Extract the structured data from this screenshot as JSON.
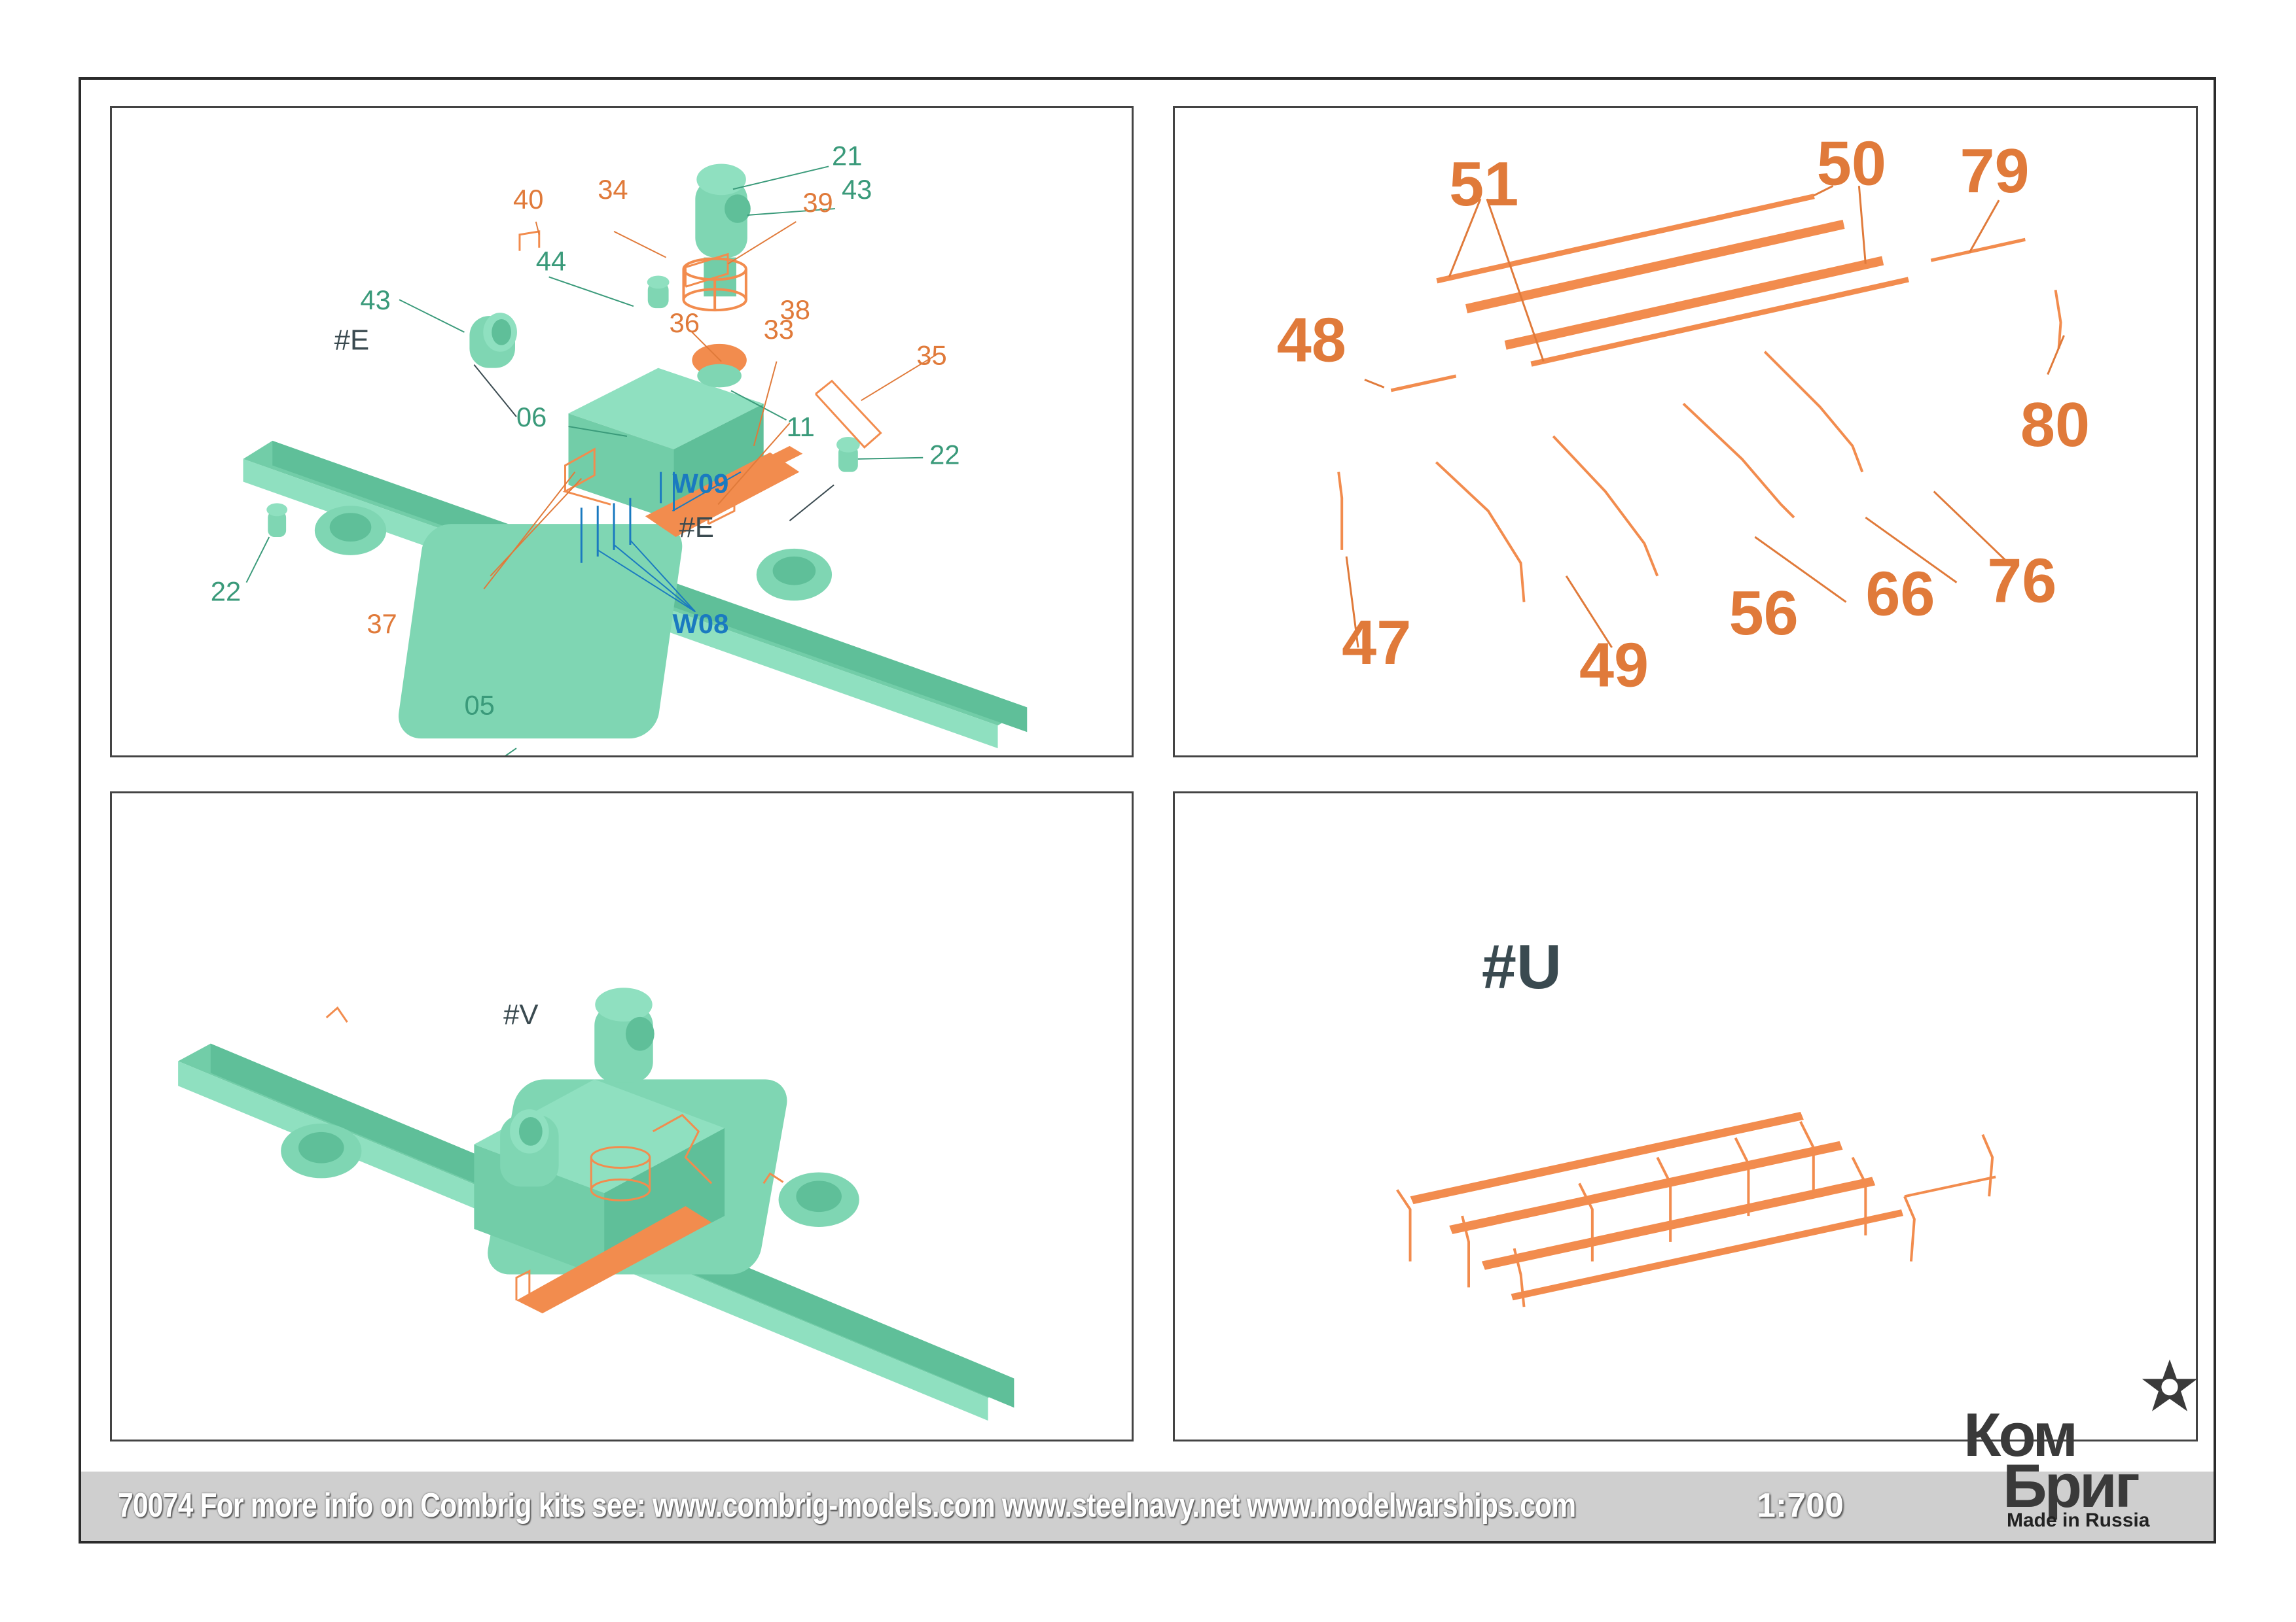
{
  "colors": {
    "resin": "#7fd6b3",
    "etch": "#f28c4e",
    "wire": "#1a7ac0",
    "dark": "#3a4a50"
  },
  "panel1": {
    "labels_green": [
      "21",
      "43",
      "44",
      "43",
      "06",
      "11",
      "22",
      "22",
      "05"
    ],
    "labels_orange": [
      "40",
      "34",
      "39",
      "36",
      "33",
      "38",
      "35",
      "37"
    ],
    "labels_blue": [
      "W09",
      "W08"
    ],
    "labels_dark": [
      "#E",
      "#E"
    ]
  },
  "panel2": {
    "labels": [
      "51",
      "50",
      "79",
      "48",
      "80",
      "76",
      "66",
      "56",
      "49",
      "47"
    ]
  },
  "panel3": {
    "label": "#V"
  },
  "panel4": {
    "label": "#U"
  },
  "footer": {
    "text": "70074 For more info on Combrig kits see: www.combrig-models.com www.steelnavy.net www.modelwarships.com",
    "scale": "1:700"
  },
  "logo": {
    "top": "Ком",
    "bottom": "Бриг",
    "made": "Made in Russia",
    "star_icon": "star-icon"
  }
}
